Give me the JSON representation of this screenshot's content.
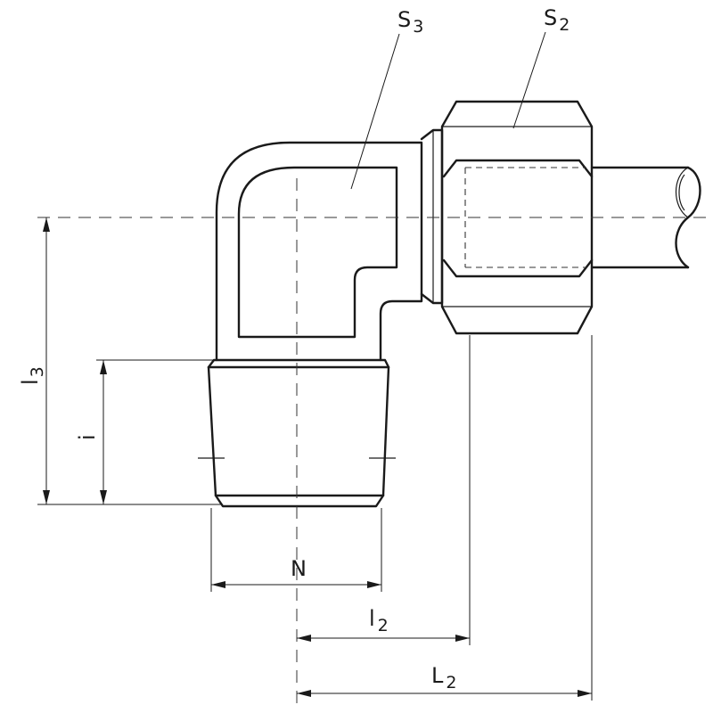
{
  "labels": {
    "s3": {
      "main": "S",
      "sub": "3"
    },
    "s2": {
      "main": "S",
      "sub": "2"
    },
    "l3": {
      "main": "l",
      "sub": "3"
    },
    "i": {
      "main": "i"
    },
    "n": {
      "main": "N"
    },
    "l2": {
      "main": "l",
      "sub": "2"
    },
    "L2": {
      "main": "L",
      "sub": "2"
    }
  }
}
